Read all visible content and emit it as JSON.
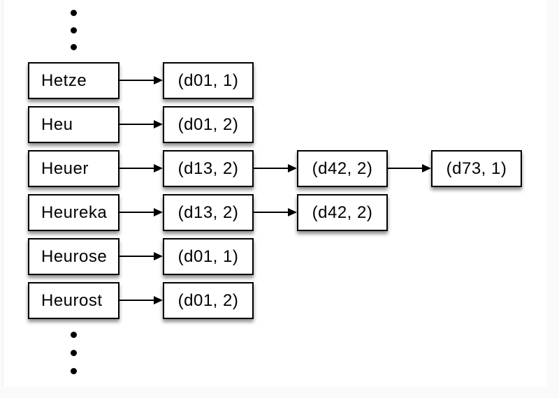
{
  "diagram": {
    "kind": "inverted-index-linked-list",
    "rows": [
      {
        "term": "Hetze",
        "postings": [
          "(d01, 1)"
        ]
      },
      {
        "term": "Heu",
        "postings": [
          "(d01, 2)"
        ]
      },
      {
        "term": "Heuer",
        "postings": [
          "(d13, 2)",
          "(d42, 2)",
          "(d73, 1)"
        ]
      },
      {
        "term": "Heureka",
        "postings": [
          "(d13, 2)",
          "(d42, 2)"
        ]
      },
      {
        "term": "Heurose",
        "postings": [
          "(d01, 1)"
        ]
      },
      {
        "term": "Heurost",
        "postings": [
          "(d01, 2)"
        ]
      }
    ],
    "ellipsis": {
      "top_dots": 3,
      "bottom_dots": 3
    },
    "colors": {
      "page_background": "#fafafa",
      "slide_background": "#ffffff",
      "node_fill": "#ffffff",
      "node_border": "#000000",
      "arrow": "#000000",
      "text": "#000000"
    }
  }
}
